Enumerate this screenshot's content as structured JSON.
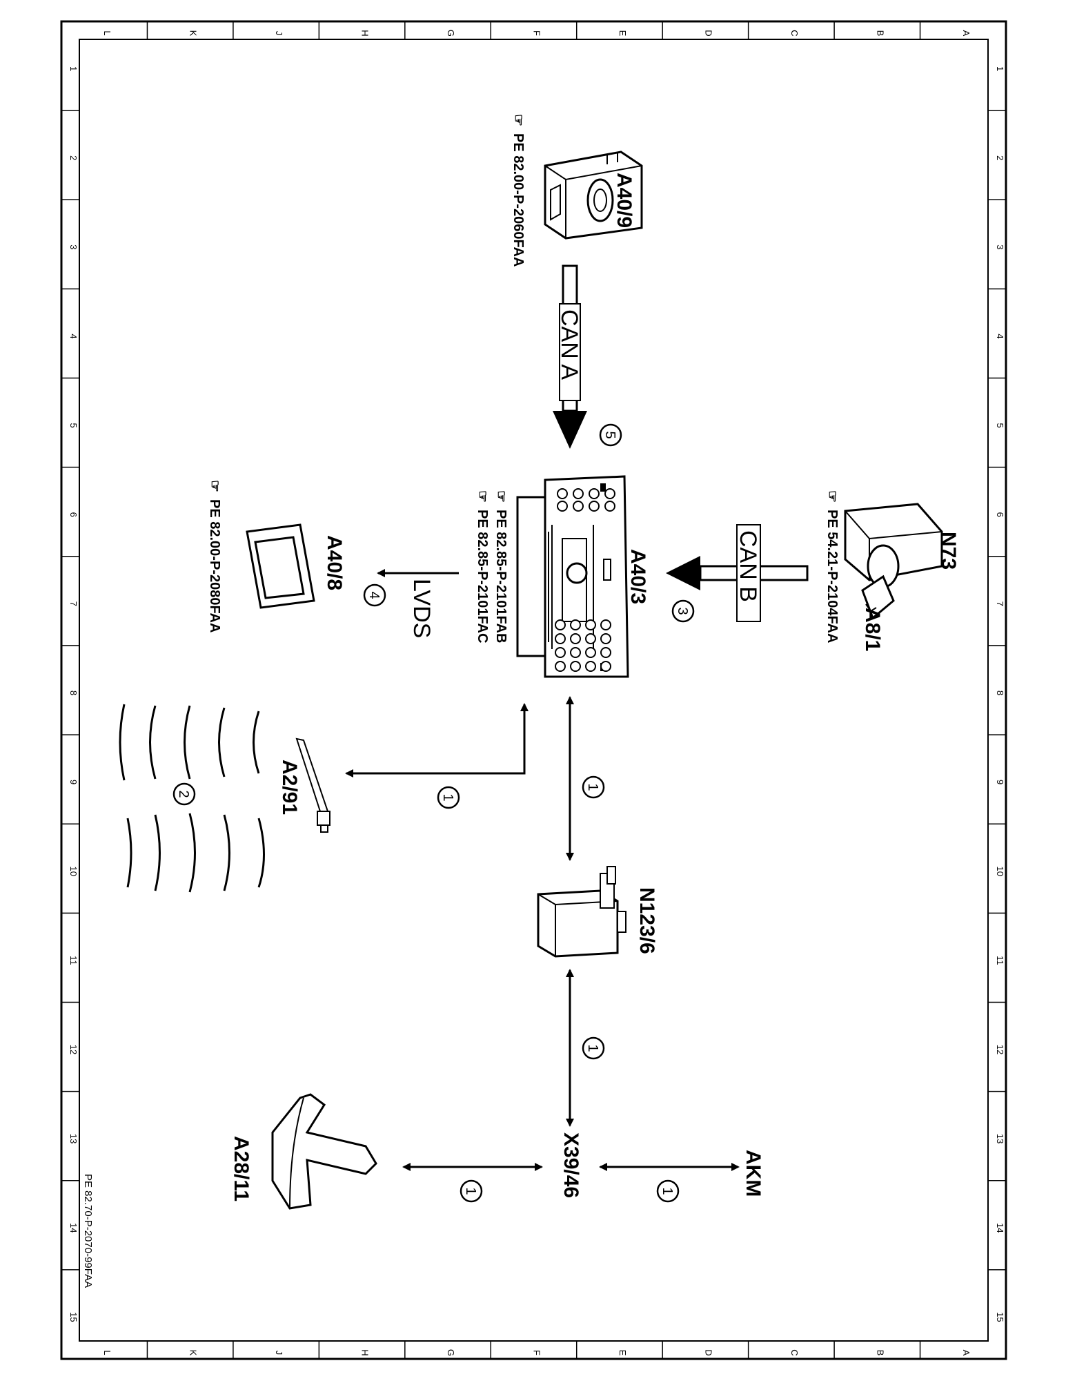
{
  "sheet": {
    "letters": [
      "L",
      "K",
      "J",
      "H",
      "G",
      "F",
      "E",
      "D",
      "C",
      "B",
      "A"
    ],
    "numbers": [
      "1",
      "2",
      "3",
      "4",
      "5",
      "6",
      "7",
      "8",
      "9",
      "10",
      "11",
      "12",
      "13",
      "14",
      "15"
    ],
    "footer_code": "PE 82.70-P-2070-99FAA"
  },
  "components": {
    "a40_9": {
      "label": "A40/9",
      "ref": "PE 82.00-P-2060FAA",
      "icon": "camera-unit-icon"
    },
    "n73": {
      "label": "N73",
      "icon": "ignition-switch-icon"
    },
    "a8_1": {
      "label": "A8/1",
      "ref": "PE 54.21-P-2104FAA"
    },
    "a40_3": {
      "label": "A40/3",
      "ref1": "PE 82.85-P-2101FAB",
      "ref2": "PE 82.85-P-2101FAC",
      "icon": "head-unit-icon"
    },
    "a40_8": {
      "label": "A40/8",
      "ref": "PE 82.00-P-2080FAA",
      "icon": "display-icon"
    },
    "a2_91": {
      "label": "A2/91",
      "icon": "antenna-icon"
    },
    "n123_6": {
      "label": "N123/6",
      "icon": "control-module-icon"
    },
    "x39_46": {
      "label": "X39/46"
    },
    "akm": {
      "label": "AKM"
    },
    "a28_11": {
      "label": "A28/11",
      "icon": "shark-fin-antenna-icon"
    }
  },
  "buses": {
    "can_a": "CAN A",
    "can_b": "CAN B",
    "lvds": "LVDS"
  },
  "callouts": [
    "1",
    "2",
    "3",
    "4",
    "5"
  ],
  "ref_icon": "pointing-hand-icon"
}
